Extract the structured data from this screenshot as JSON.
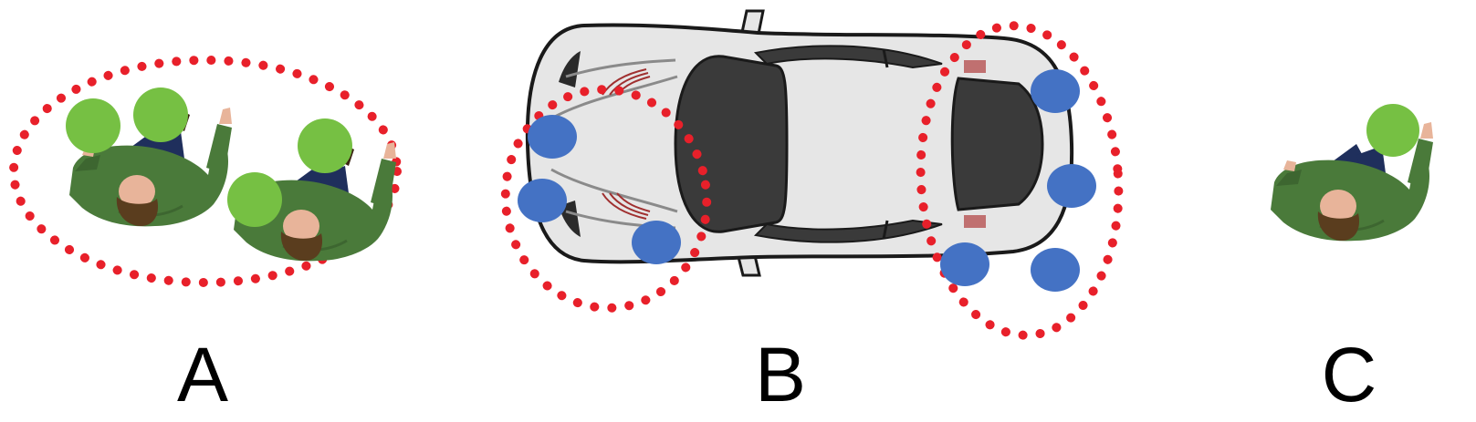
{
  "panels": [
    {
      "id": "a",
      "label": "A"
    },
    {
      "id": "b",
      "label": "B"
    },
    {
      "id": "c",
      "label": "C"
    }
  ],
  "colors": {
    "dotted_outline": "#e8202a",
    "hand_circle": "#76c043",
    "sensor_circle": "#4472c4",
    "jacket": "#4a7a3a",
    "jacket_dark": "#3d6630",
    "hair": "#5a3d1e",
    "skin": "#e8b49a",
    "jeans": "#1f2f5c",
    "car_body": "#e6e6e6",
    "car_outline": "#1a1a1a",
    "car_glass": "#3a3a3a",
    "car_lines": "#8a8a8a",
    "car_vents": "#a03030",
    "label_text": "#000000"
  },
  "icons": {
    "person_top_view": "person-top-view-icon",
    "car_top_view": "car-top-view-icon"
  }
}
